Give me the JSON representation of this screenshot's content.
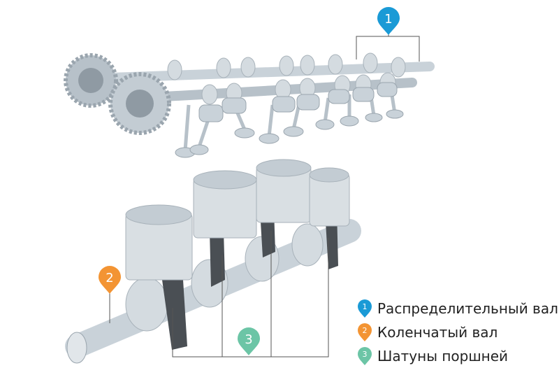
{
  "colors": {
    "camshaft": "#1a9ad6",
    "crankshaft": "#f39433",
    "rods": "#6cc5a6",
    "metal": "#c9d2d9",
    "metal_dark": "#9aa5ae",
    "rod_dark": "#4a4f54",
    "line": "#555555"
  },
  "markers": [
    {
      "number": "1",
      "color": "#1a9ad6"
    },
    {
      "number": "2",
      "color": "#f39433"
    },
    {
      "number": "3",
      "color": "#6cc5a6"
    }
  ],
  "legend": [
    {
      "number": "1",
      "label": "Распределительный вал",
      "color": "#1a9ad6"
    },
    {
      "number": "2",
      "label": "Коленчатый вал",
      "color": "#f39433"
    },
    {
      "number": "3",
      "label": "Шатуны поршней",
      "color": "#6cc5a6"
    }
  ]
}
